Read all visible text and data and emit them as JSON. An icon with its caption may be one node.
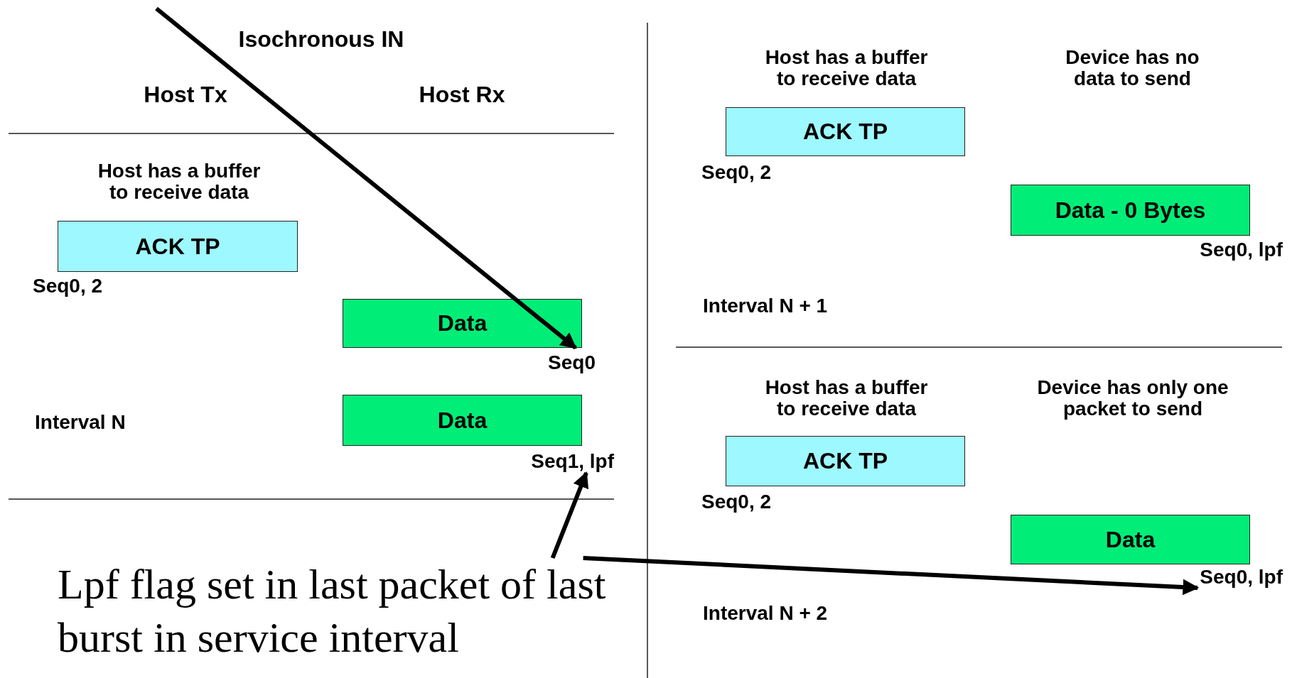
{
  "diagram": {
    "nodes": [
      {
        "text": [
          "ACK TP"
        ],
        "beside": [
          "Seq0, 2"
        ]
      },
      {
        "text": [
          "Data"
        ],
        "beside": [
          "Seq0"
        ]
      },
      {
        "text": [
          "Data"
        ]
      },
      {
        "text": [
          "Seq1, lpf"
        ]
      },
      {
        "text": [
          "Lpf flag set in last packet of last burst in service interval"
        ]
      },
      {
        "text": [
          "ACK TP"
        ],
        "beside": [
          "Seq0, 2"
        ]
      },
      {
        "text": [
          "Data - 0 Bytes"
        ],
        "beside": [
          "Seq0, lpf"
        ]
      },
      {
        "text": [
          "ACK TP"
        ],
        "beside": [
          "Seq0, 2"
        ]
      },
      {
        "text": [
          "Data"
        ]
      },
      {
        "text": [
          "Seq0, lpf"
        ]
      }
    ],
    "edges": [
      {
        "from": null,
        "to": 1,
        "arrow": "to"
      },
      {
        "from": 4,
        "to": 3,
        "arrow": "to"
      },
      {
        "from": 4,
        "to": 9,
        "arrow": "to"
      }
    ],
    "labels": [
      "Isochronous IN",
      "Host Tx",
      "Host Rx",
      "Host has a buffer to receive data",
      "Interval N",
      "Host has a buffer to receive data",
      "Device has no data to send",
      "Interval N + 1",
      "Host has a buffer to receive data",
      "Device has only one packet to send",
      "Interval N + 2"
    ]
  }
}
